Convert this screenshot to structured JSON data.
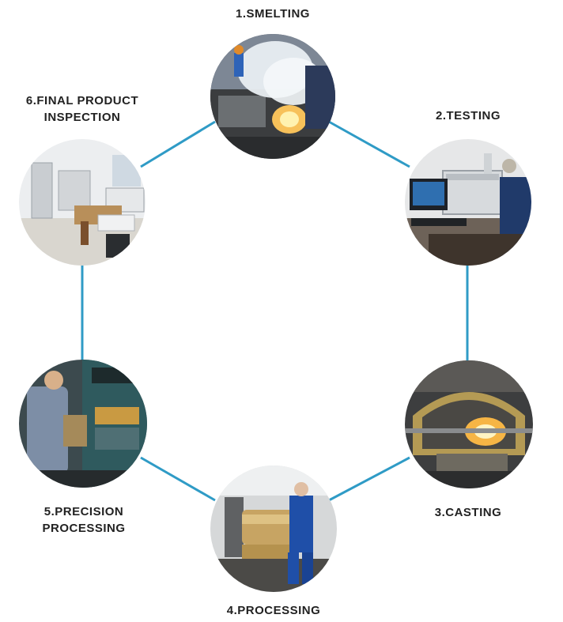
{
  "diagram": {
    "line_color": "#2f9bc6",
    "steps": [
      {
        "id": "smelting",
        "label": "1.SMELTING",
        "photo": "furnace-smelting-photo"
      },
      {
        "id": "testing",
        "label": "2.TESTING",
        "photo": "spectrometer-testing-photo"
      },
      {
        "id": "casting",
        "label": "3.CASTING",
        "photo": "centrifugal-casting-photo"
      },
      {
        "id": "processing",
        "label": "4.PROCESSING",
        "photo": "lathe-processing-photo"
      },
      {
        "id": "precision",
        "label_lines": [
          "5.PRECISION",
          "PROCESSING"
        ],
        "photo": "precision-machining-photo"
      },
      {
        "id": "inspection",
        "label_lines": [
          "6.FINAL PRODUCT",
          "INSPECTION"
        ],
        "photo": "inspection-lab-photo"
      }
    ]
  }
}
